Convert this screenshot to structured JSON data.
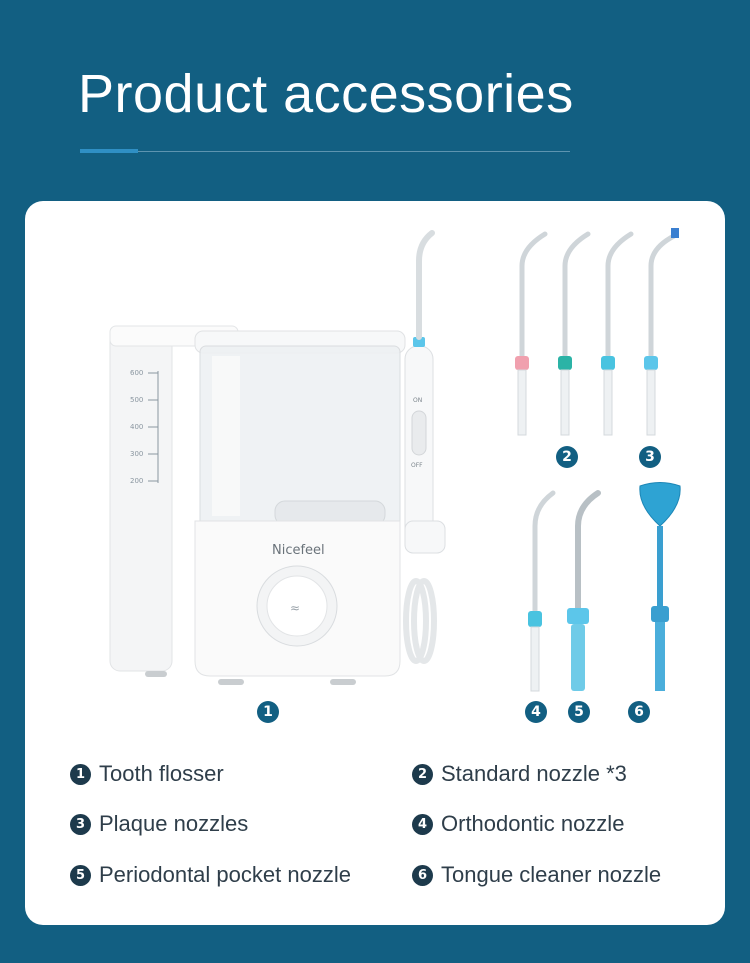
{
  "header": {
    "title": "Product accessories"
  },
  "device": {
    "brand": "Nicefeel",
    "scale_marks": [
      "600",
      "500",
      "400",
      "300",
      "200"
    ],
    "switch_on": "ON",
    "switch_off": "OFF"
  },
  "badges": [
    "1",
    "2",
    "3",
    "4",
    "5",
    "6"
  ],
  "legend": [
    {
      "num": "1",
      "label": "Tooth flosser"
    },
    {
      "num": "2",
      "label": "Standard nozzle *3"
    },
    {
      "num": "3",
      "label": "Plaque nozzles"
    },
    {
      "num": "4",
      "label": "Orthodontic nozzle"
    },
    {
      "num": "5",
      "label": "Periodontal pocket nozzle"
    },
    {
      "num": "6",
      "label": "Tongue cleaner nozzle"
    }
  ],
  "colors": {
    "background": "#125f82",
    "card": "#ffffff",
    "accent_pink": "#f0a0ae",
    "accent_teal": "#2bb3a6",
    "accent_cyan": "#49c3e0",
    "accent_blue": "#5cc6ea",
    "tongue_blue": "#3a9fd0"
  }
}
